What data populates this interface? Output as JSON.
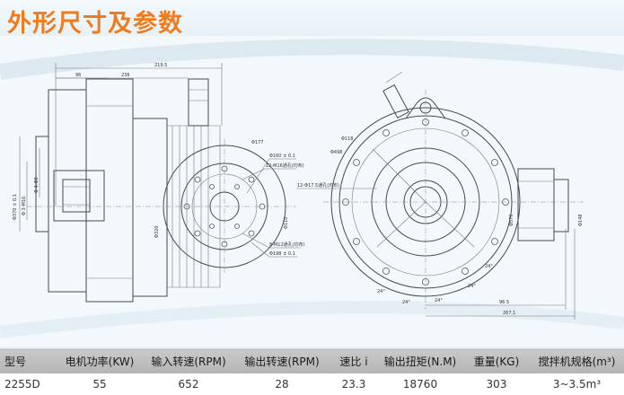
{
  "title": "外形尺寸及参数",
  "drawing": {
    "side_view": {
      "dims_top": [
        "96",
        "236",
        "219.5"
      ],
      "dims_left": [
        "Φ370 ± 0.1",
        "Φ 3-M16",
        "Φ 4-Φ8"
      ],
      "dims_mid": [
        "Φ320",
        "Φ110"
      ],
      "callouts": [
        "12-M16通孔(均布)",
        "Φ160 ± 0.1",
        "Φ177"
      ],
      "callouts_lower": [
        "8-M12通孔(均布)",
        "Φ198 ± 0.1"
      ]
    },
    "front_view": {
      "labels": [
        "Φ118",
        "Φ498",
        "12-Φ17.5通孔(均布)",
        "Φ570",
        "Φ148"
      ],
      "angles": [
        "24°",
        "24°",
        "24°",
        "24°",
        "24°"
      ],
      "dims_bottom": [
        "96.5",
        "267.1"
      ]
    }
  },
  "specs": {
    "headers": [
      "型号",
      "电机功率(KW)",
      "输入转速(RPM)",
      "输出转速(RPM)",
      "速比 i",
      "输出扭矩(N.M)",
      "重量(KG)",
      "搅拌机规格(m³)"
    ],
    "row": [
      "2255D",
      "55",
      "652",
      "28",
      "23.3",
      "18760",
      "303",
      "3~3.5m³"
    ]
  }
}
